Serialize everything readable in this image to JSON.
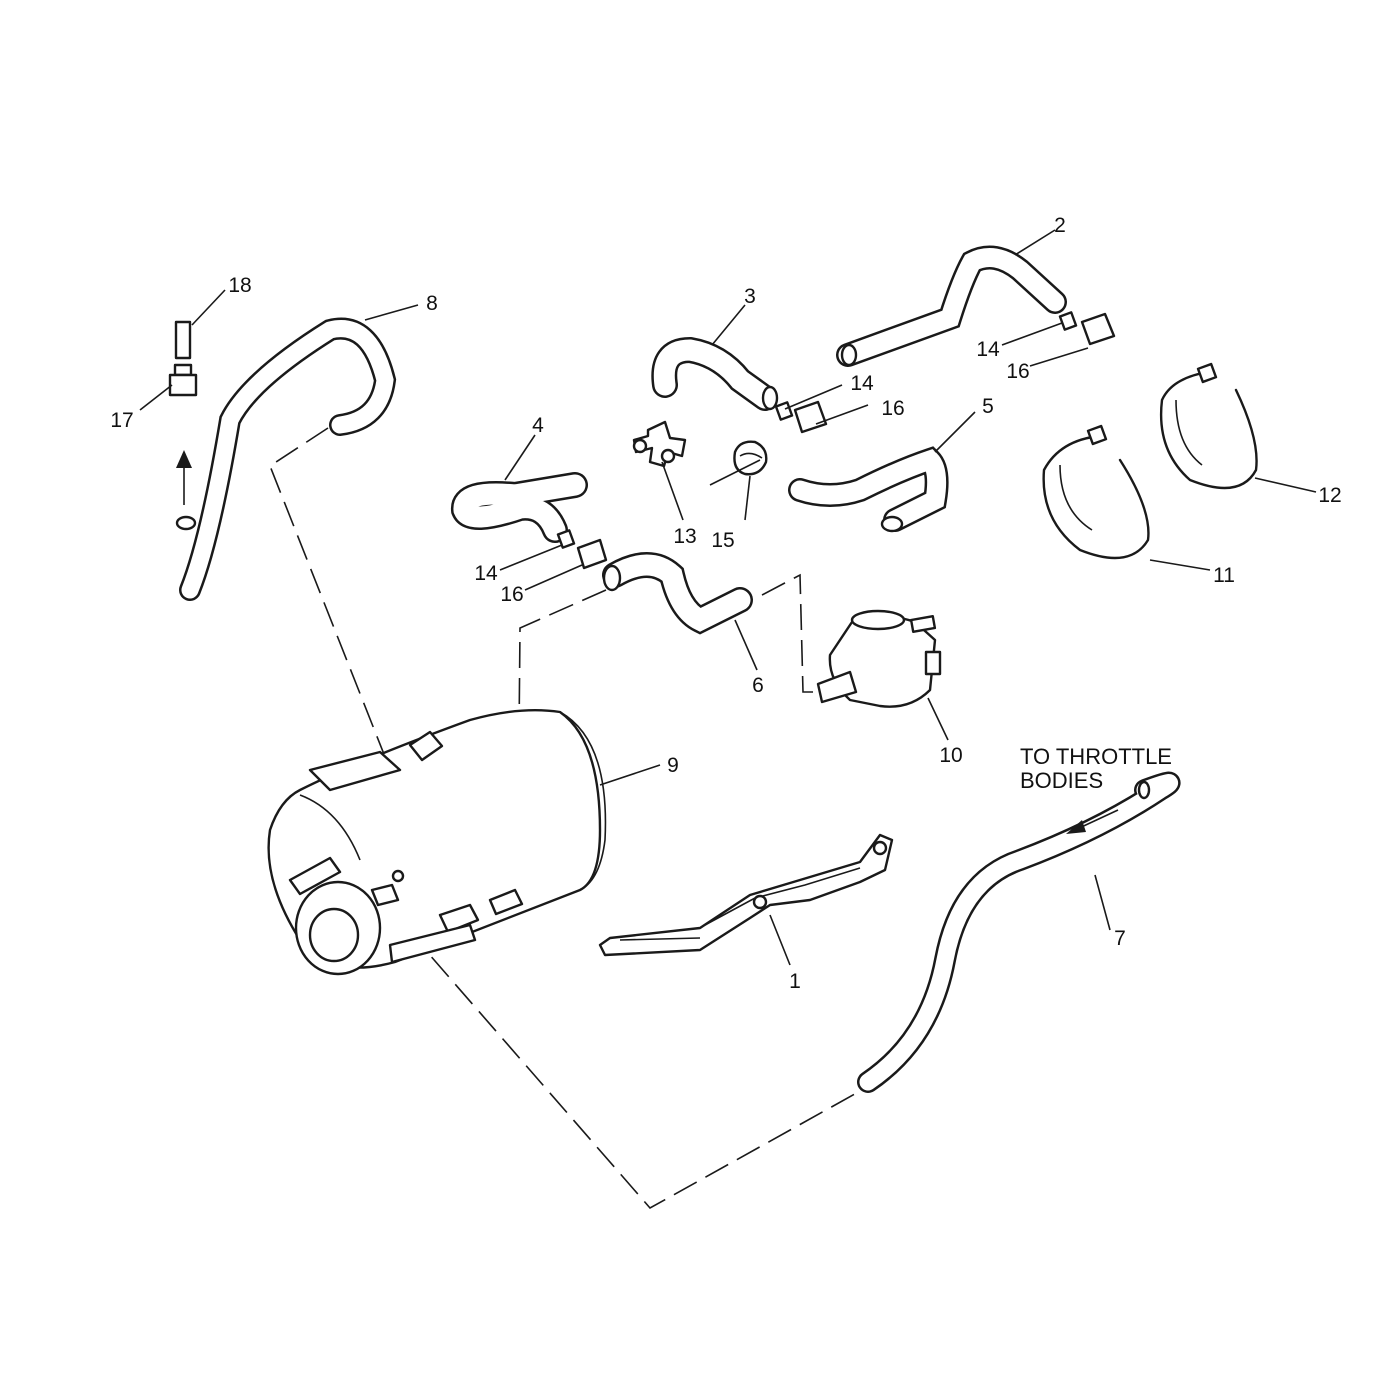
{
  "diagram": {
    "note": {
      "line1": "TO THROTTLE",
      "line2": "BODIES"
    },
    "callouts": [
      {
        "id": "c1",
        "label": "1"
      },
      {
        "id": "c2",
        "label": "2"
      },
      {
        "id": "c3",
        "label": "3"
      },
      {
        "id": "c4",
        "label": "4"
      },
      {
        "id": "c5",
        "label": "5"
      },
      {
        "id": "c6",
        "label": "6"
      },
      {
        "id": "c7",
        "label": "7"
      },
      {
        "id": "c8",
        "label": "8"
      },
      {
        "id": "c9",
        "label": "9"
      },
      {
        "id": "c10",
        "label": "10"
      },
      {
        "id": "c11",
        "label": "11"
      },
      {
        "id": "c12",
        "label": "12"
      },
      {
        "id": "c13",
        "label": "13"
      },
      {
        "id": "c14a",
        "label": "14"
      },
      {
        "id": "c14b",
        "label": "14"
      },
      {
        "id": "c14c",
        "label": "14"
      },
      {
        "id": "c15",
        "label": "15"
      },
      {
        "id": "c16a",
        "label": "16"
      },
      {
        "id": "c16b",
        "label": "16"
      },
      {
        "id": "c16c",
        "label": "16"
      },
      {
        "id": "c17",
        "label": "17"
      },
      {
        "id": "c18",
        "label": "18"
      }
    ],
    "colors": {
      "ink": "#1a1a1a",
      "background": "#ffffff"
    }
  }
}
